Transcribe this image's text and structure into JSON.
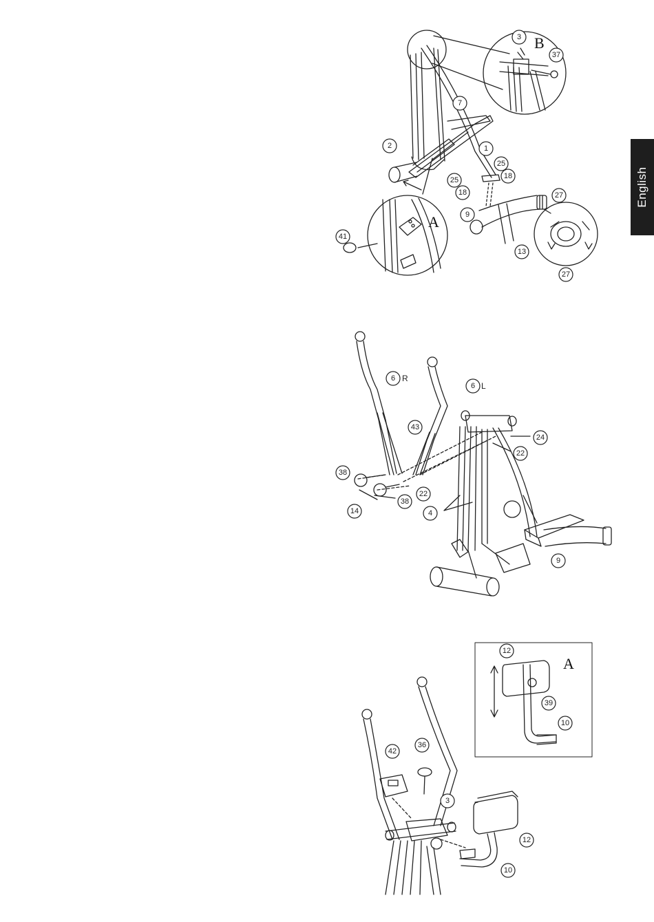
{
  "sidebar": {
    "language_tab": "English"
  },
  "figure1": {
    "detail_b_label": "B",
    "detail_a_label": "A",
    "callouts": {
      "c3": "3",
      "c37": "37",
      "c7": "7",
      "c2": "2",
      "c1": "1",
      "c25a": "25",
      "c18a": "18",
      "c25b": "25",
      "c18b": "18",
      "c27a": "27",
      "c9": "9",
      "c41": "41",
      "c13": "13",
      "c27b": "27"
    }
  },
  "figure2": {
    "callouts": {
      "c6r": "6",
      "c6l": "6",
      "c43": "43",
      "c24": "24",
      "c22a": "22",
      "c38a": "38",
      "c22b": "22",
      "c38b": "38",
      "c14": "14",
      "c4": "4",
      "c9": "9"
    },
    "suffix_r": "R",
    "suffix_l": "L"
  },
  "figure3": {
    "detail_a_label": "A",
    "callouts": {
      "c12a": "12",
      "c39": "39",
      "c10a": "10",
      "c42": "42",
      "c36": "36",
      "c3": "3",
      "c12b": "12",
      "c10b": "10"
    }
  }
}
